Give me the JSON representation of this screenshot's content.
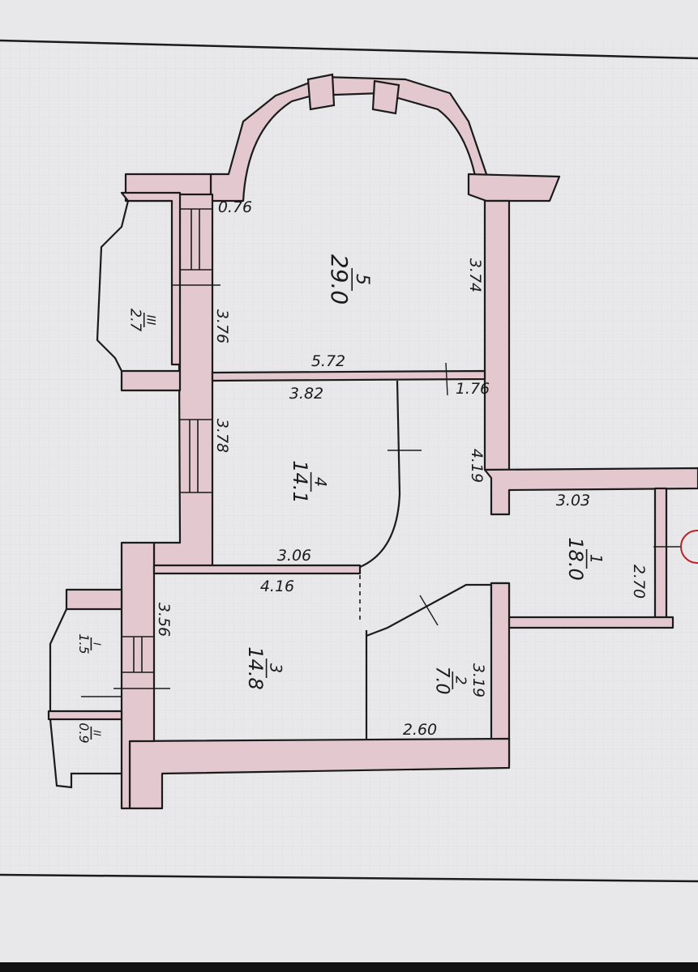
{
  "plan": {
    "colors": {
      "paper": "#e8e8ea",
      "wall_fill": "#e3c9cf",
      "ink": "#1b1b1b",
      "grid": "#d4d6dc"
    },
    "rooms": [
      {
        "id": "room-5",
        "number": "5",
        "area": "29.0"
      },
      {
        "id": "room-4",
        "number": "4",
        "area": "14.1"
      },
      {
        "id": "room-3",
        "number": "3",
        "area": "14.8"
      },
      {
        "id": "room-2",
        "number": "2",
        "area": "7.0"
      },
      {
        "id": "room-1",
        "number": "1",
        "area": "18.0"
      },
      {
        "id": "balcony-3",
        "number": "III",
        "area": "2.7"
      },
      {
        "id": "balcony-1",
        "number": "I",
        "area": "1.5"
      },
      {
        "id": "balcony-2",
        "number": "II",
        "area": "0.9"
      }
    ],
    "dimensions": [
      {
        "id": "d-076",
        "value": "0.76"
      },
      {
        "id": "d-374",
        "value": "3.74"
      },
      {
        "id": "d-376",
        "value": "3.76"
      },
      {
        "id": "d-572",
        "value": "5.72"
      },
      {
        "id": "d-382",
        "value": "3.82"
      },
      {
        "id": "d-176",
        "value": "1.76"
      },
      {
        "id": "d-378",
        "value": "3.78"
      },
      {
        "id": "d-419",
        "value": "4.19"
      },
      {
        "id": "d-303",
        "value": "3.03"
      },
      {
        "id": "d-306",
        "value": "3.06"
      },
      {
        "id": "d-416",
        "value": "4.16"
      },
      {
        "id": "d-270",
        "value": "2.70"
      },
      {
        "id": "d-356",
        "value": "3.56"
      },
      {
        "id": "d-319",
        "value": "3.19"
      },
      {
        "id": "d-260",
        "value": "2.60"
      }
    ]
  }
}
